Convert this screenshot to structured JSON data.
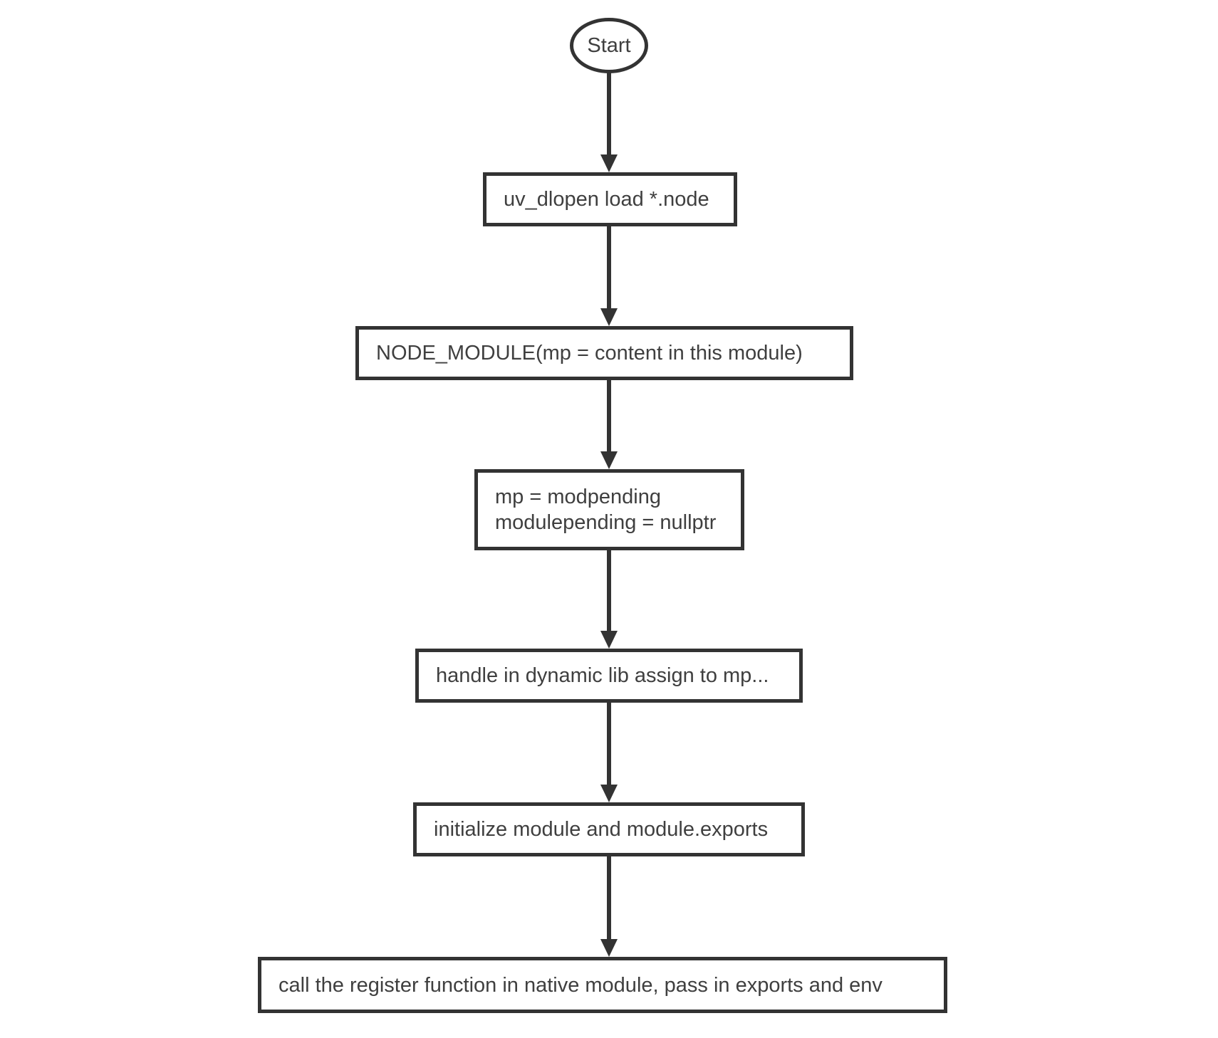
{
  "flowchart": {
    "start_label": "Start",
    "nodes": [
      {
        "label": "uv_dlopen load *.node"
      },
      {
        "label": "NODE_MODULE(mp = content in this module)"
      },
      {
        "lines": [
          "mp = modpending",
          "modulepending = nullptr"
        ]
      },
      {
        "label": "handle in dynamic lib assign to mp..."
      },
      {
        "label": "initialize module and module.exports"
      },
      {
        "label": "call the register function in native module, pass in exports and env"
      }
    ],
    "colors": {
      "stroke": "#333333",
      "text": "#3f3f3f",
      "background": "#ffffff"
    }
  }
}
